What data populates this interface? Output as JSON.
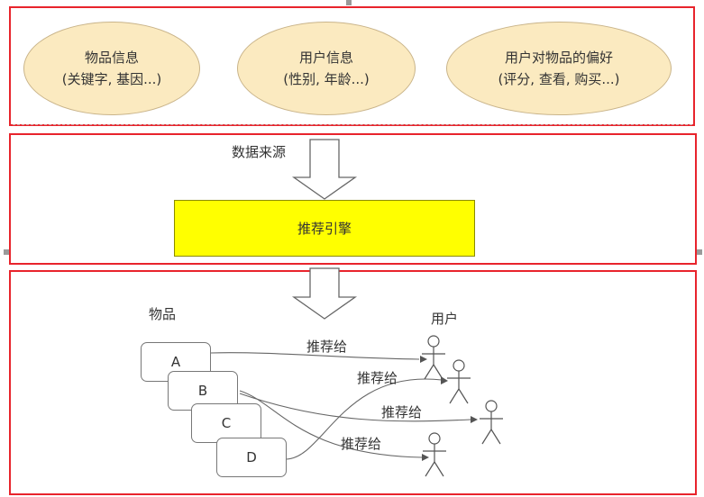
{
  "sources": [
    {
      "title": "物品信息",
      "detail": "(关键字, 基因...)"
    },
    {
      "title": "用户信息",
      "detail": "(性别, 年龄...)"
    },
    {
      "title": "用户对物品的偏好",
      "detail": "(评分, 查看, 购买...)"
    }
  ],
  "data_source_label": "数据来源",
  "engine_label": "推荐引擎",
  "items_label": "物品",
  "users_label": "用户",
  "items": [
    "A",
    "B",
    "C",
    "D"
  ],
  "recommend_labels": [
    "推荐给",
    "推荐给",
    "推荐给",
    "推荐给"
  ],
  "colors": {
    "panel_border": "#e8242c",
    "oval_fill": "#fbeac0",
    "engine_fill": "#ffff00"
  },
  "icons": [
    "down-arrow-icon",
    "person-icon"
  ]
}
